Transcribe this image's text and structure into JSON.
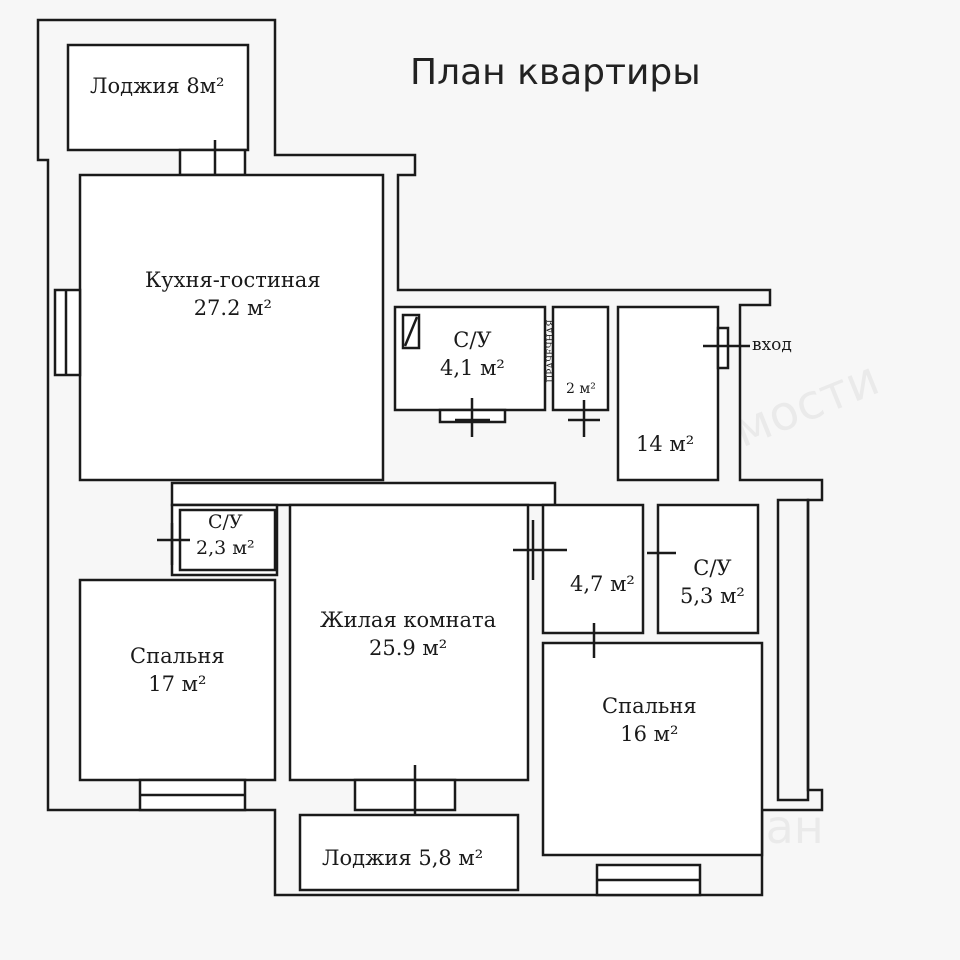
{
  "title": "План квартиры",
  "rooms": {
    "loggia_top": {
      "name": "Лоджия",
      "area": "8м²"
    },
    "kitchen": {
      "name": "Кухня-гостиная",
      "area": "27.2 м²"
    },
    "bath1": {
      "name": "С/У",
      "area": "4,1 м²"
    },
    "laundry": {
      "name": "ПРАЧЕЧНАЯ",
      "area": "2 м²"
    },
    "entrance": {
      "label": "вход"
    },
    "hall": {
      "area": "14 м²"
    },
    "bath2": {
      "name": "С/У",
      "area": "2,3 м²"
    },
    "corridor": {
      "area": "4,7 м²"
    },
    "bath3": {
      "name": "С/У",
      "area": "5,3 м²"
    },
    "living": {
      "name": "Жилая комната",
      "area": "25.9 м²"
    },
    "bedroom_left": {
      "name": "Спальня",
      "area": "17 м²"
    },
    "bedroom_right": {
      "name": "Спальня",
      "area": "16 м²"
    },
    "loggia_bottom": {
      "name": "Лоджия",
      "area": "5,8 м²"
    }
  },
  "watermark": {
    "line1": "агентство недвижимости",
    "brand": "Циан"
  },
  "colors": {
    "wall": "#1a1a1a",
    "background": "#f7f7f7"
  }
}
